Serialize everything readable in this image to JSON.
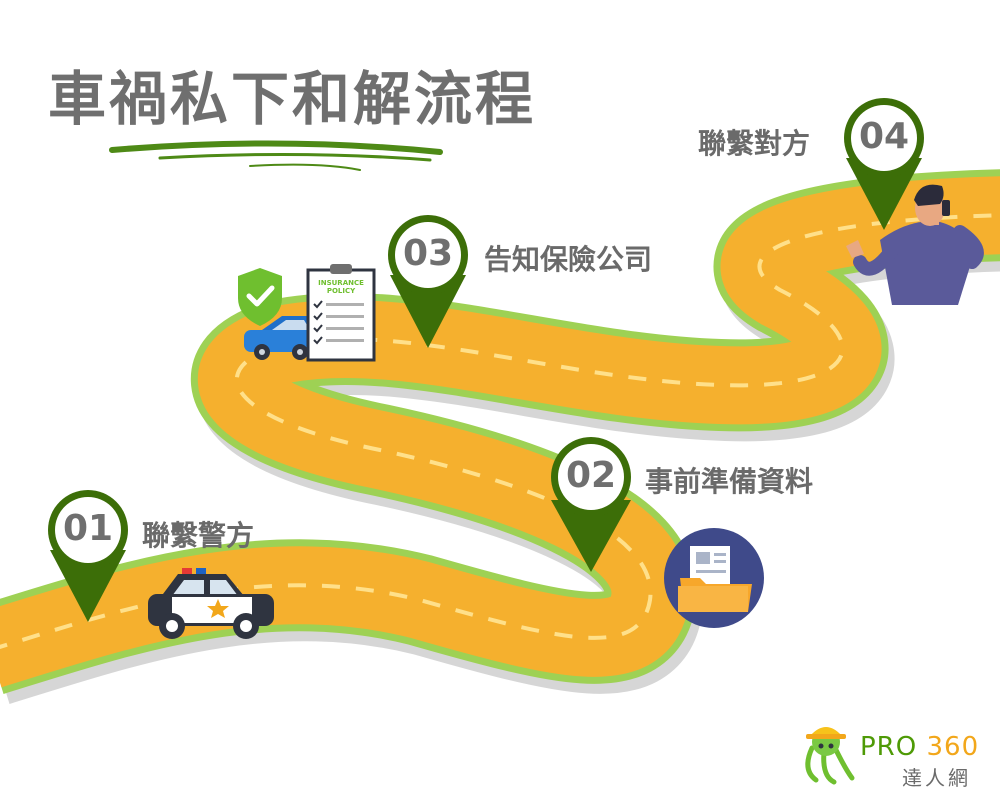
{
  "title": "車禍私下和解流程",
  "steps": [
    {
      "number": "01",
      "label": "聯繫警方"
    },
    {
      "number": "02",
      "label": "事前準備資料"
    },
    {
      "number": "03",
      "label": "告知保險公司"
    },
    {
      "number": "04",
      "label": "聯繫對方"
    }
  ],
  "policy_doc": {
    "title_line1": "INSURANCE",
    "title_line2": "POLICY"
  },
  "logo": {
    "brand": "PRO",
    "brand_num": "360",
    "subtitle": "達人網"
  },
  "colors": {
    "road": "#f5b02e",
    "road_edge": "#9ed154",
    "pin": "#3c6e08",
    "text": "#6f6f6f"
  }
}
